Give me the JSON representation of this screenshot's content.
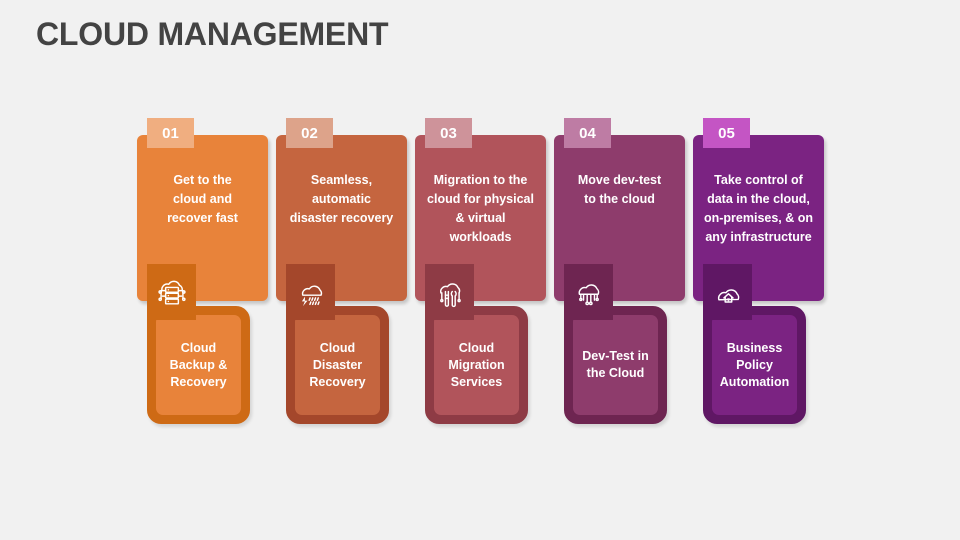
{
  "slide": {
    "background": "#f1f1f1",
    "title": "CLOUD MANAGEMENT",
    "title_color": "#434343"
  },
  "cards": [
    {
      "number": "01",
      "description": "Get to the\ncloud and\nrecover fast",
      "label": "Cloud\nBackup &\nRecovery",
      "icon": "cloud-server-icon",
      "colors": {
        "main": "#E8833A",
        "badge": "#F0AE80",
        "dark": "#CE6A15",
        "icon_box": "#CE6A15"
      }
    },
    {
      "number": "02",
      "description": "Seamless,\nautomatic\ndisaster recovery",
      "label": "Cloud\nDisaster\nRecovery",
      "icon": "storm-cloud-icon",
      "colors": {
        "main": "#C5653F",
        "badge": "#DDA38A",
        "dark": "#A4472B",
        "icon_box": "#A4472B"
      }
    },
    {
      "number": "03",
      "description": "Migration to the\ncloud for physical\n& virtual\nworkloads",
      "label": "Cloud\nMigration\nServices",
      "icon": "cloud-tools-icon",
      "colors": {
        "main": "#B1545B",
        "badge": "#CE939A",
        "dark": "#8E3B45",
        "icon_box": "#8E3B45"
      }
    },
    {
      "number": "04",
      "description": "Move dev-test\nto the cloud",
      "label": "Dev-Test in\nthe Cloud",
      "icon": "cloud-network-icon",
      "colors": {
        "main": "#8E3C6C",
        "badge": "#BE7CA4",
        "dark": "#6E2551",
        "icon_box": "#6E2551"
      }
    },
    {
      "number": "05",
      "description": "Take control of\ndata in the cloud,\non-premises, & on\nany infrastructure",
      "label": "Business\nPolicy\nAutomation",
      "icon": "cloud-home-icon",
      "colors": {
        "main": "#7B2382",
        "badge": "#C455C4",
        "dark": "#5F1764",
        "icon_box": "#5F1764"
      }
    }
  ]
}
